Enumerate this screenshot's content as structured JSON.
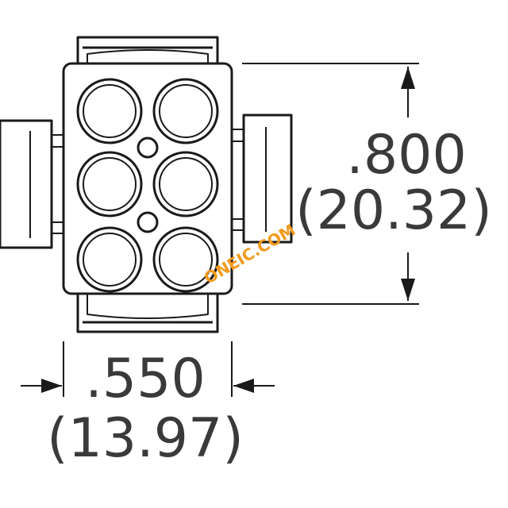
{
  "dimensions": {
    "height_inch": ".800",
    "height_mm": "(20.32)",
    "width_inch": ".550",
    "width_mm": "(13.97)"
  },
  "watermark": "ONEIC.COM",
  "colors": {
    "line": "#1a1a1a",
    "dimension_text": "#3a3a3a",
    "watermark": "#f39a1c",
    "background": "#ffffff"
  }
}
